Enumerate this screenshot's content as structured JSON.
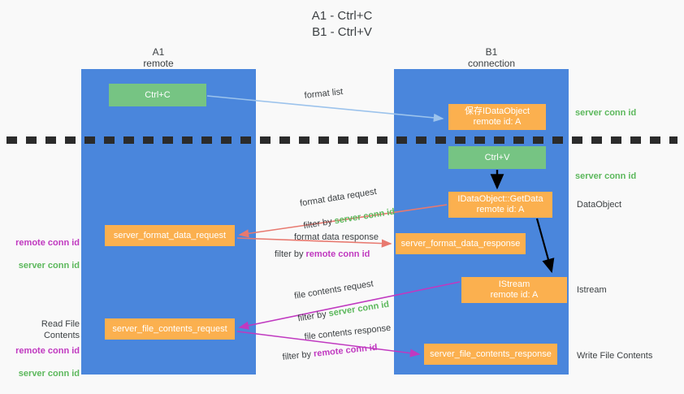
{
  "title": "A1 - Ctrl+C\nB1 - Ctrl+V",
  "lanes": [
    {
      "id": "a1",
      "header": "A1\nremote",
      "color": "#4a86dc"
    },
    {
      "id": "b1",
      "header": "B1\nconnection",
      "color": "#4a86dc"
    }
  ],
  "colors": {
    "lane": "#4a86dc",
    "green_box": "#76c483",
    "orange_box": "#fbb04f",
    "background": "#f9f9f9",
    "text": "#3c4043",
    "server_conn": "#5cb85c",
    "remote_conn": "#c039c0",
    "arrow_blue": "#9cc3ec",
    "arrow_red": "#e8796f",
    "arrow_magenta": "#c039c0",
    "arrow_black": "#000000",
    "divider": "#2b2b2b"
  },
  "boxes": {
    "ctrl_c": "Ctrl+C",
    "idataobject": "保存IDataObject\nremote id: A",
    "ctrl_v": "Ctrl+V",
    "getdata": "IDataObject::GetData\nremote id: A",
    "format_data_request": "server_format_data_request",
    "format_data_response": "server_format_data_response",
    "istream": "IStream\nremote id: A",
    "file_contents_request": "server_file_contents_request",
    "file_contents_response": "server_file_contents_response"
  },
  "annotations": {
    "format_list": "format list",
    "format_data_request": "format data request",
    "format_data_request_filter_prefix": "filter by ",
    "format_data_request_filter_value": "server conn id",
    "format_data_response": "format data response",
    "format_data_response_filter_prefix": "filter by ",
    "format_data_response_filter_value": "remote conn id",
    "file_contents_request": "file contents request",
    "file_contents_request_filter_prefix": "filter by ",
    "file_contents_request_filter_value": "server conn id",
    "file_contents_response": "file contents response",
    "file_contents_response_filter_prefix": "filter by ",
    "file_contents_response_filter_value": "remote conn id"
  },
  "right_labels": {
    "server_conn_top": "server conn id",
    "server_conn_mid": "server conn id",
    "dataobject": "DataObject",
    "istream": "Istream",
    "write_file_contents": "Write File Contents"
  },
  "left_labels": {
    "remote_conn_1": "remote conn id",
    "server_conn_1": "server conn id",
    "read_file_contents": "Read File Contents",
    "remote_conn_2": "remote conn id",
    "server_conn_2": "server conn id"
  }
}
